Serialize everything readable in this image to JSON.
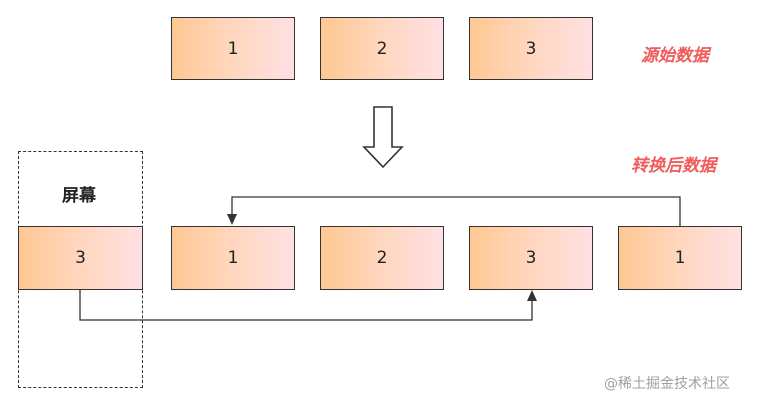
{
  "source_row": {
    "boxes": [
      "1",
      "2",
      "3"
    ],
    "label": "源始数据"
  },
  "converted_row": {
    "boxes": [
      "1",
      "2",
      "3",
      "1"
    ],
    "label": "转换后数据"
  },
  "screen": {
    "title": "屏幕",
    "box": "3"
  },
  "watermark": "@稀土掘金技术社区",
  "colors": {
    "box_fill_start": "#ffc893",
    "box_fill_end": "#ffe0e3",
    "label_red": "#f15b5b",
    "stroke": "#333333"
  }
}
